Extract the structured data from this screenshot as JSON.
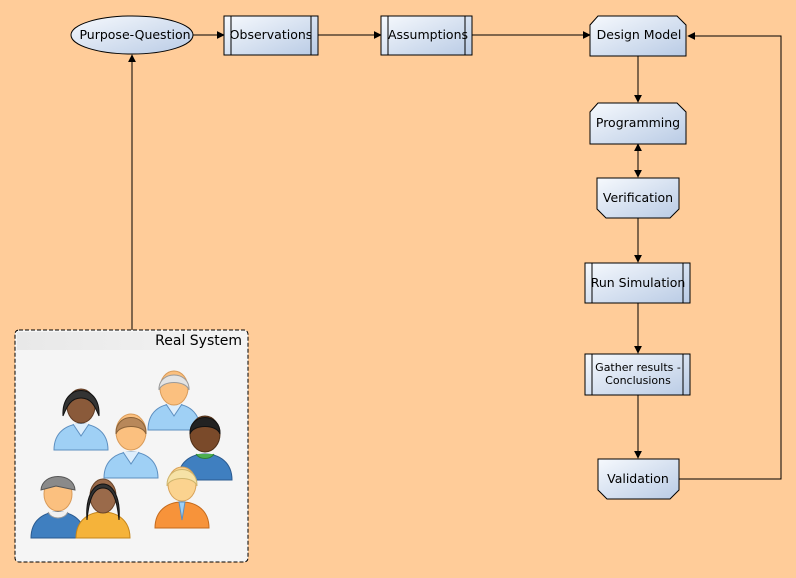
{
  "nodes": {
    "purpose_question": "Purpose-Question",
    "observations": "Observations",
    "assumptions": "Assumptions",
    "design_model": "Design Model",
    "programming": "Programming",
    "verification": "Verification",
    "run_simulation": "Run Simulation",
    "gather_results_line1": "Gather results -",
    "gather_results_line2": "Conclusions",
    "validation": "Validation"
  },
  "real_system": {
    "title": "Real System",
    "people": [
      "person-icon",
      "person-icon",
      "person-icon",
      "person-icon",
      "person-icon",
      "person-icon",
      "person-icon",
      "person-icon"
    ]
  },
  "colors": {
    "background": "#ffcc99",
    "node_fill_light": "#f4f7fc",
    "node_fill_dark": "#bccde6",
    "stroke": "#000000"
  }
}
